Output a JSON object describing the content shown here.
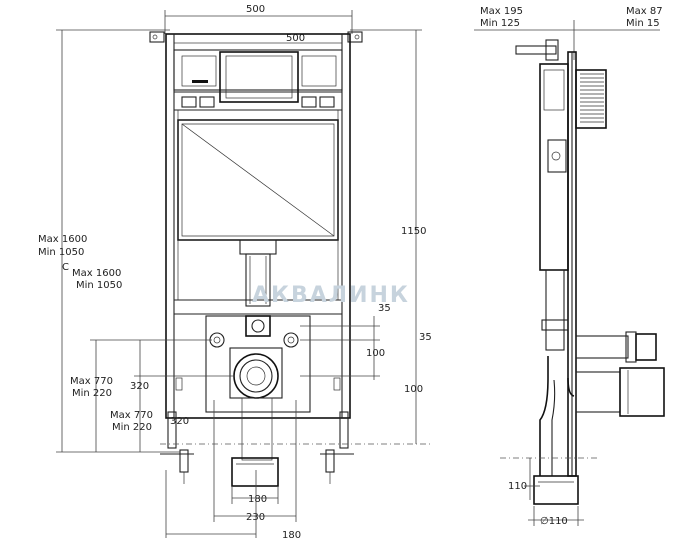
{
  "front_view": {
    "width_top": "500",
    "width_inner": "500",
    "height_total": {
      "max": "Max 1600",
      "min": "Min 1050"
    },
    "height_total_2": {
      "max": "Max 1600",
      "min": "Min 1050"
    },
    "height_frame": "1150",
    "offset_35_a": "35",
    "offset_35_b": "35",
    "offset_100_a": "100",
    "offset_100_b": "100",
    "height_waste": {
      "max": "Max 770",
      "min": "Min 220"
    },
    "height_waste_2": {
      "max": "Max 770",
      "min": "Min 220"
    },
    "dim_320_a": "320",
    "dim_320_b": "320",
    "dim_180_a": "180",
    "dim_230": "230",
    "dim_180_b": "180",
    "label_c": "C"
  },
  "side_view": {
    "depth_a": {
      "max": "Max 195",
      "min": "Min 125"
    },
    "depth_b": {
      "max": "Max 87",
      "min": "Min 15"
    },
    "dim_110": "110",
    "dim_dia_110": "∅110"
  },
  "watermark": "АКВАЛИНК"
}
